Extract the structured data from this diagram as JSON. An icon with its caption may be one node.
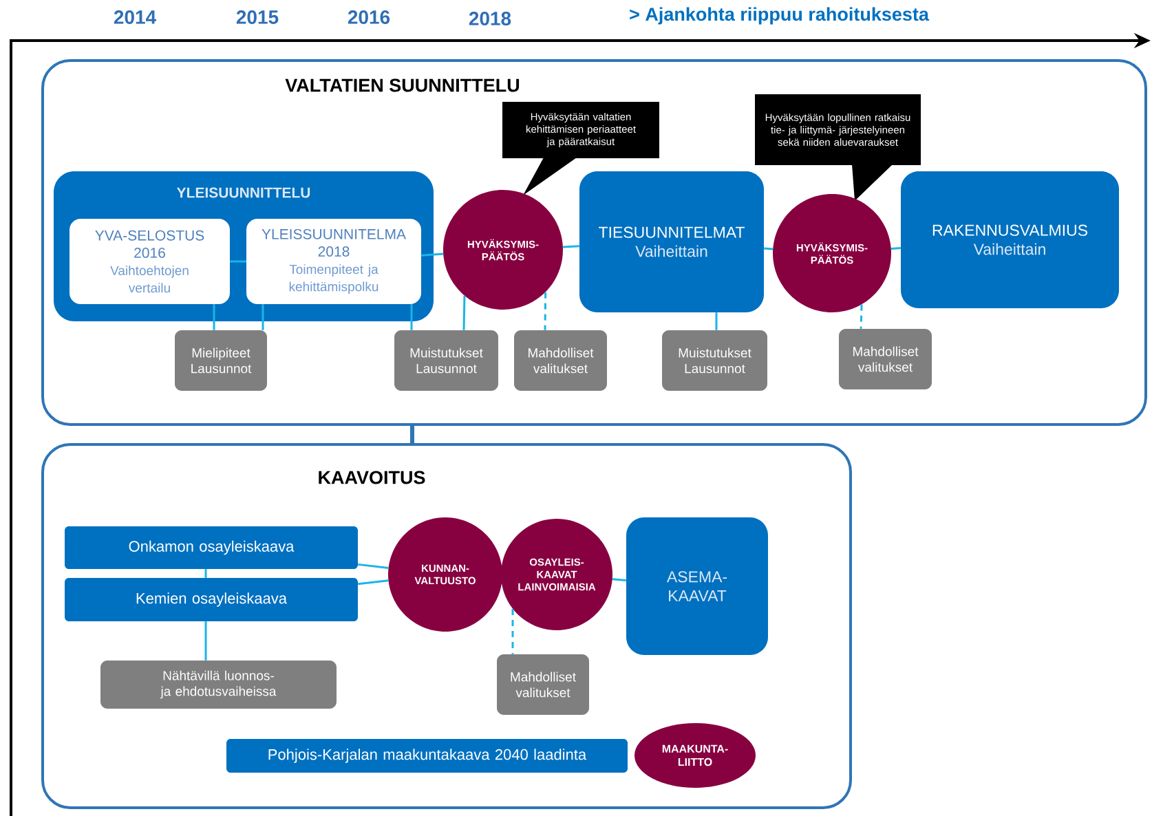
{
  "diagram": {
    "nodes": [
      {
        "text": [
          "VALTATIEN SUUNNITTELU"
        ]
      },
      {
        "text": [
          "YLEISUUNNITTELU"
        ],
        "in": 0
      },
      {
        "text": [
          "YVA-SELOSTUS 2016",
          "Vaihtoehtojen vertailu"
        ],
        "in": 1
      },
      {
        "text": [
          "YLEISSUUNNITELMA 2018",
          "Toimenpiteet ja kehittämispolku"
        ],
        "in": 1
      },
      {
        "text": [
          "Hyväksytään valtatien kehittämisen periaatteet ja pääratkaisut"
        ],
        "in": 0
      },
      {
        "text": [
          "HYVÄKSYMIS- PÄÄTÖS"
        ],
        "in": 0
      },
      {
        "text": [
          "TIESUUNNITELMAT",
          "Vaiheittain"
        ],
        "in": 0
      },
      {
        "text": [
          "Hyväksytään lopullinen ratkaisu tie- ja liittymä- järjestelyineen sekä niiden aluevaraukset"
        ],
        "in": 0
      },
      {
        "text": [
          "HYVÄKSYMIS- PÄÄTÖS"
        ],
        "in": 0
      },
      {
        "text": [
          "RAKENNUSVALMIUS",
          "Vaiheittain"
        ],
        "in": 0
      },
      {
        "text": [
          "Mielipiteet Lausunnot"
        ],
        "in": 0
      },
      {
        "text": [
          "Muistutukset Lausunnot"
        ],
        "in": 0
      },
      {
        "text": [
          "Mahdolliset valitukset"
        ],
        "in": 0
      },
      {
        "text": [
          "Muistutukset Lausunnot"
        ],
        "in": 0
      },
      {
        "text": [
          "Mahdolliset valitukset"
        ],
        "in": 0
      },
      {
        "text": [
          "KAAVOITUS"
        ]
      },
      {
        "text": [
          "Onkamon osayleiskaava"
        ],
        "in": 15
      },
      {
        "text": [
          "Kemien osayleiskaava"
        ],
        "in": 15
      },
      {
        "text": [
          "KUNNAN- VALTUUSTO"
        ],
        "in": 15
      },
      {
        "text": [
          "OSAYLEIS- KAAVAT LAINVOIMAISIA"
        ],
        "in": 15
      },
      {
        "text": [
          "ASEMA- KAAVAT"
        ],
        "in": 15
      },
      {
        "text": [
          "Nähtävillä luonnos- ja ehdotusvaiheissa"
        ],
        "in": 15
      },
      {
        "text": [
          "Mahdolliset valitukset"
        ],
        "in": 15
      },
      {
        "text": [
          "Pohjois-Karjalan maakuntakaava 2040 laadinta"
        ],
        "in": 15
      },
      {
        "text": [
          "MAAKUNTA- LIITTO"
        ],
        "in": 15
      }
    ],
    "edges": [
      {
        "from": 0,
        "to": 15,
        "arrow": "none",
        "style": "thick",
        "color": "#2e75b6"
      },
      {
        "from": 2,
        "to": 3,
        "arrow": "none"
      },
      {
        "from": 3,
        "to": 5,
        "arrow": "none"
      },
      {
        "from": 5,
        "to": 6,
        "arrow": "none"
      },
      {
        "from": 6,
        "to": 8,
        "arrow": "none"
      },
      {
        "from": 8,
        "to": 9,
        "arrow": "none"
      },
      {
        "from": 2,
        "to": 10,
        "arrow": "none"
      },
      {
        "from": 3,
        "to": 10,
        "arrow": "none"
      },
      {
        "from": 3,
        "to": 11,
        "arrow": "none"
      },
      {
        "from": 5,
        "to": 11,
        "arrow": "none"
      },
      {
        "from": 5,
        "to": 12,
        "arrow": "none",
        "style": "dashed"
      },
      {
        "from": 6,
        "to": 13,
        "arrow": "none"
      },
      {
        "from": 8,
        "to": 14,
        "arrow": "none",
        "style": "dashed"
      },
      {
        "from": 16,
        "to": 17,
        "arrow": "none"
      },
      {
        "from": 17,
        "to": 21,
        "arrow": "none"
      },
      {
        "from": 16,
        "to": 18,
        "arrow": "none"
      },
      {
        "from": 17,
        "to": 18,
        "arrow": "none"
      },
      {
        "from": 19,
        "to": 20,
        "arrow": "none"
      },
      {
        "from": 19,
        "to": 22,
        "arrow": "none",
        "style": "dashed"
      }
    ],
    "labels": [
      "2014",
      "2015",
      "2016",
      "2018",
      "> Ajankohta riippuu rahoituksesta"
    ]
  }
}
